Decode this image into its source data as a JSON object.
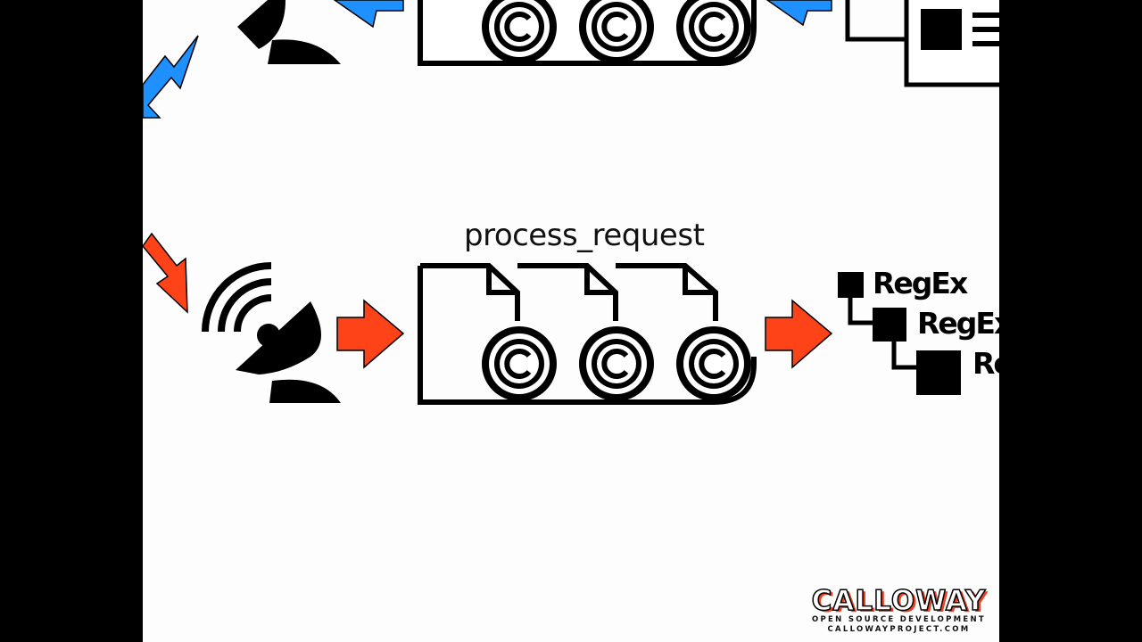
{
  "diagram": {
    "node_label": "process_request",
    "regex_items": [
      "RegEx",
      "RegEx",
      "RegEx"
    ]
  },
  "brand": {
    "name": "CALLOWAY",
    "tagline": "OPEN SOURCE DEVELOPMENT",
    "url": "CALLOWAYPROJECT.COM"
  },
  "colors": {
    "arrow_blue": "#1e90ff",
    "arrow_red": "#ff4319",
    "ink": "#000000",
    "brand_accent": "#ef4123",
    "background": "#fdfdfd",
    "letterbox": "#000000"
  },
  "icons": [
    "satellite-dish-icon",
    "document-stack-icon",
    "copyright-icon",
    "arrow-icon",
    "tree-hierarchy-icon",
    "template-icon"
  ]
}
